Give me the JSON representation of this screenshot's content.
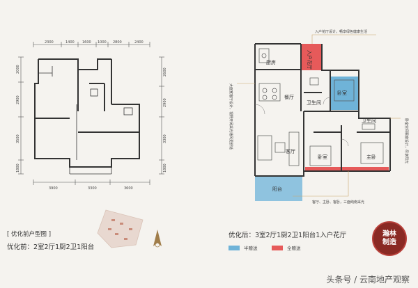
{
  "left_plan": {
    "top_dims": [
      "2300",
      "1400",
      "1600",
      "1000",
      "2800",
      "2400"
    ],
    "left_dims": [
      "2000",
      "2900",
      "3500",
      "1800"
    ],
    "right_dims": [
      "2600",
      "2900",
      "3300",
      "1800"
    ],
    "bottom_dims": [
      "3900",
      "3300",
      "3600"
    ],
    "caption_title": "[ 优化前户型图 ]",
    "caption_sub": "优化前：2室2厅1厨2卫1阳台"
  },
  "right_plan": {
    "rooms": {
      "kitchen": "厨房",
      "entry_garden": "入户花厅",
      "dining": "餐厅",
      "bath1": "卫生间",
      "bedroom_top": "卧室",
      "bath2": "卫生间",
      "living": "客厅",
      "bedroom_bottom": "卧室",
      "master": "主卧",
      "balcony": "阳台"
    },
    "notes": {
      "top_right": "入户花厅设计，畅享绿色健康生活",
      "left_vertical": "大面宽客厅设计，视野开阔采光通风更舒适",
      "right_vertical": "卧室空间飘窗设计，尽享阳光",
      "bottom": "客厅、主卧、客卧，三面纯南采光"
    },
    "caption": "优化后：3室2厅1厨2卫1阳台1入户花厅"
  },
  "legend": {
    "half_gift": "半赠送",
    "full_gift": "全赠送",
    "half_color": "#6fb3d8",
    "full_color": "#e65a5a"
  },
  "seal": {
    "line1": "瀚林",
    "line2": "制造"
  },
  "footer": "头条号 / 云南地产观察"
}
